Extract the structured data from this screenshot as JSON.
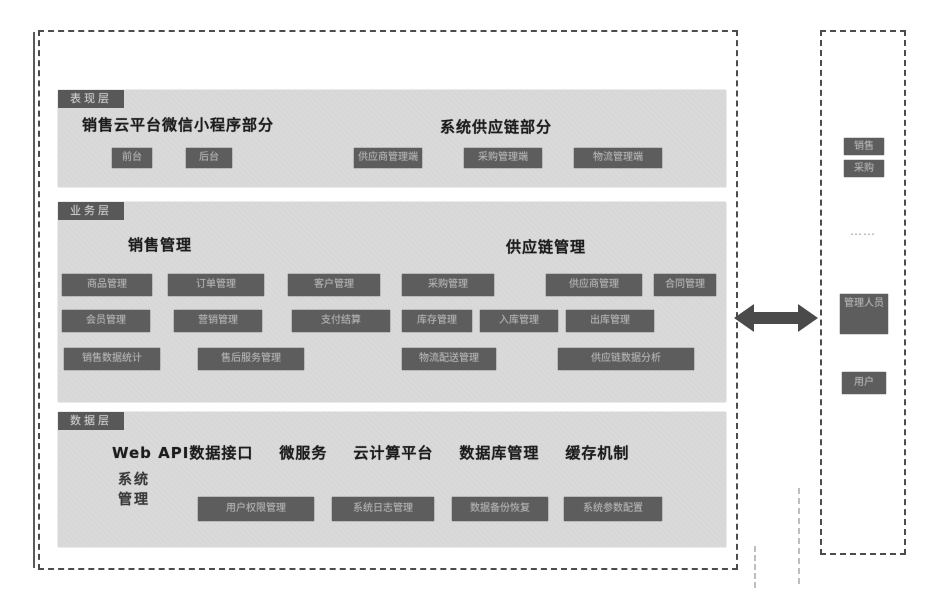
{
  "layers": {
    "presentation": {
      "tab": "表现层",
      "heading_left": "销售云平台微信小程序部分",
      "heading_right": "系统供应链部分",
      "left_boxes": [
        "前台",
        "后台"
      ],
      "right_boxes": [
        "供应商管理端",
        "采购管理端",
        "物流管理端"
      ]
    },
    "business": {
      "tab": "业务层",
      "heading_left": "销售管理",
      "heading_right": "供应链管理",
      "rows": [
        [
          "商品管理",
          "订单管理",
          "客户管理",
          "采购管理",
          "供应商管理",
          "合同管理"
        ],
        [
          "会员管理",
          "营销管理",
          "支付结算",
          "库存管理",
          "入库管理",
          "出库管理"
        ],
        [
          "销售数据统计",
          "售后服务管理",
          "物流配送管理",
          "供应链数据分析"
        ]
      ]
    },
    "data": {
      "tab": "数据层",
      "heading_items": [
        "Web API数据接口",
        "微服务",
        "云计算平台",
        "数据库管理",
        "缓存机制"
      ],
      "side_label_lines": [
        "系统",
        "管理"
      ],
      "boxes": [
        "用户权限管理",
        "系统日志管理",
        "数据备份恢复",
        "系统参数配置"
      ]
    }
  },
  "right_panel": {
    "top_boxes": [
      "销售",
      "采购"
    ],
    "connector_text": "……",
    "middle_box": "管理人员",
    "bottom_box": "用户"
  },
  "colors": {
    "section_bg": "#d7d7d7",
    "box_bg": "#5d5d5d",
    "box_text": "#b2b2b2",
    "frame_border": "#4c4c4c",
    "arrow": "#4a4a4a"
  }
}
